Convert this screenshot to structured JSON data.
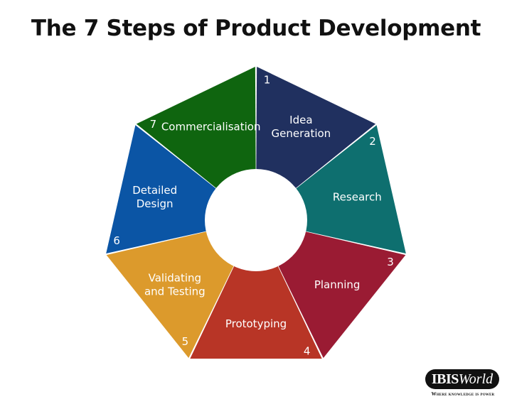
{
  "title": "The 7 Steps of Product Development",
  "steps": [
    {
      "number": "1",
      "lines": [
        "Idea",
        "Generation"
      ],
      "color": "#20305f"
    },
    {
      "number": "2",
      "lines": [
        "Research"
      ],
      "color": "#0e6f6f"
    },
    {
      "number": "3",
      "lines": [
        "Planning"
      ],
      "color": "#9a1b33"
    },
    {
      "number": "4",
      "lines": [
        "Prototyping"
      ],
      "color": "#b83526"
    },
    {
      "number": "5",
      "lines": [
        "Validating",
        "and Testing"
      ],
      "color": "#dc9a2c"
    },
    {
      "number": "6",
      "lines": [
        "Detailed",
        "Design"
      ],
      "color": "#0b55a5"
    },
    {
      "number": "7",
      "lines": [
        "Commercialisation"
      ],
      "color": "#0f650f"
    }
  ],
  "logo": {
    "brand_bold": "IBIS",
    "brand_italic": "World",
    "tagline": "Where knowledge is power"
  }
}
